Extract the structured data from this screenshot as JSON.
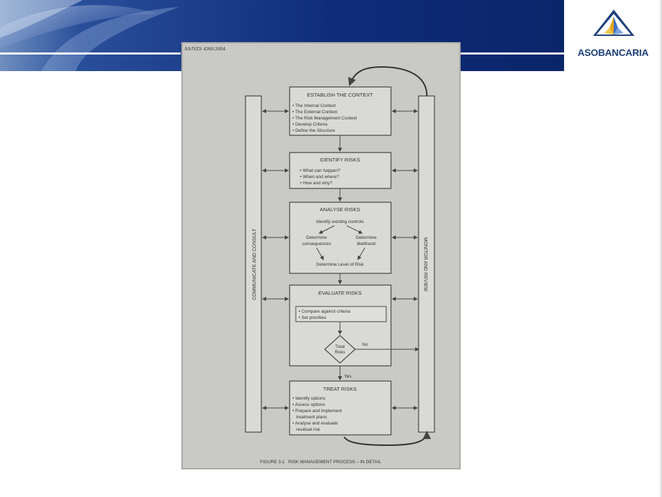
{
  "brand": {
    "name": "ASOBANCARIA",
    "colors": {
      "accent": "#1c3f7a",
      "banner": "#0f2b6a"
    }
  },
  "figure": {
    "standard": "AS/NZS 4360:2004",
    "caption": "FIGURE 3.1   RISK MANAGEMENT PROCESS – IN DETAIL",
    "side_left": "COMMUNICATE AND CONSULT",
    "side_right": "MONITOR AND REVIEW",
    "boxes": {
      "establish": {
        "title": "ESTABLISH THE CONTEXT",
        "items": [
          "• The Internal Context",
          "• The External Context",
          "• The Risk Management Context",
          "• Develop Criteria",
          "• Define the Structure"
        ]
      },
      "identify": {
        "title": "IDENTIFY RISKS",
        "items": [
          "• What can happen?",
          "• When and where?",
          "• How and why?"
        ]
      },
      "analyse": {
        "title": "ANALYSE RISKS",
        "existing": "Identify existing controls",
        "consequences_1": "Determine",
        "consequences_2": "consequences",
        "likelihood_1": "Determine",
        "likelihood_2": "likelihood",
        "level": "Determine Level of Risk"
      },
      "evaluate": {
        "title": "EVALUATE RISKS",
        "items": [
          "• Compare against criteria",
          "• Set priorities"
        ]
      },
      "decision": {
        "line1": "Treat",
        "line2": "Risks",
        "no": "No",
        "yes": "Yes"
      },
      "treat": {
        "title": "TREAT RISKS",
        "items": [
          "• Identify options",
          "• Assess options",
          "• Prepare and implement",
          "   treatment plans",
          "• Analyse and evaluate",
          "   residual risk"
        ]
      }
    }
  }
}
